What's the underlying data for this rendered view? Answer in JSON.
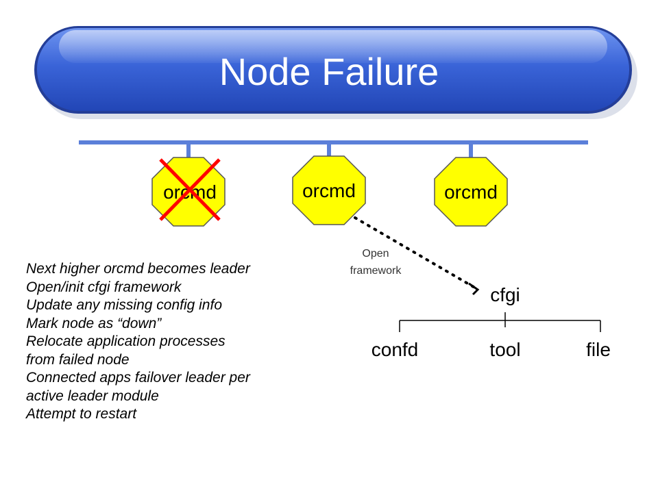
{
  "title": "Node Failure",
  "nodes": [
    {
      "label": "orcmd",
      "status": "failed"
    },
    {
      "label": "orcmd",
      "status": "up"
    },
    {
      "label": "orcmd",
      "status": "up"
    }
  ],
  "arrow_label": {
    "line1": "Open",
    "line2": "framework"
  },
  "tree": {
    "root": "cfgi",
    "children": [
      "confd",
      "tool",
      "file"
    ]
  },
  "notes": [
    "Next higher orcmd becomes leader",
    "Open/init cfgi framework",
    "Update any missing config info",
    "Mark node as “down”",
    "Relocate application processes",
    "from failed node",
    "Connected apps failover leader per",
    "active leader module",
    "Attempt to restart"
  ],
  "colors": {
    "title_bar": "#3a64d8",
    "bus": "#5b7fd9",
    "node_fill": "#ffff00",
    "failure_x": "#ff0000"
  }
}
